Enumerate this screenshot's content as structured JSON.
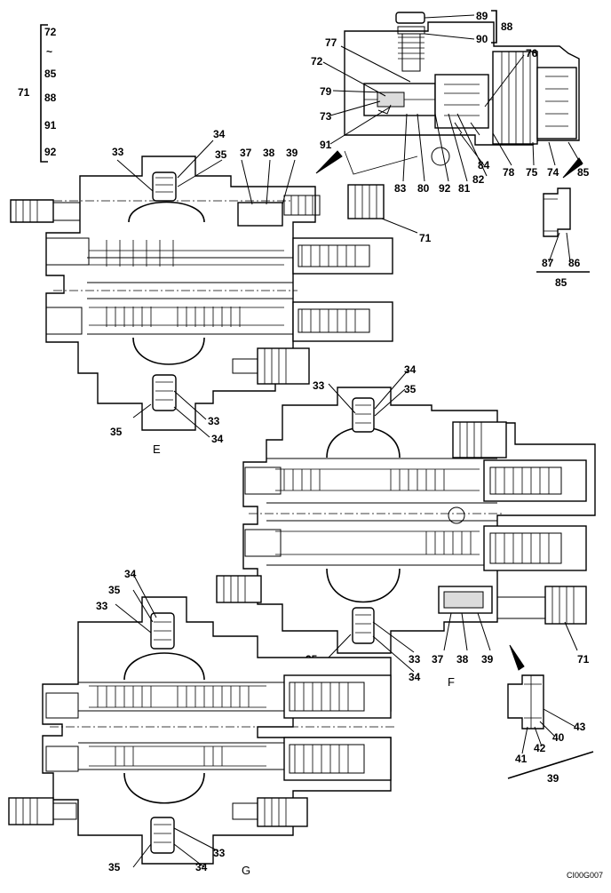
{
  "figure": {
    "code": "CI00G007",
    "views": {
      "e": "E",
      "f": "F",
      "g": "G"
    }
  },
  "group71": {
    "label": "71",
    "items": [
      "72",
      "~",
      "85",
      "88",
      "91",
      "92"
    ]
  },
  "group88": {
    "label": "88",
    "items": [
      "89",
      "90"
    ]
  },
  "group85": {
    "label": "85",
    "items": [
      "87",
      "86"
    ]
  },
  "group39": {
    "label": "39",
    "items": [
      "41",
      "42",
      "40",
      "43"
    ]
  },
  "callouts": {
    "relief_detail": [
      "77",
      "72",
      "79",
      "73",
      "91",
      "76",
      "83",
      "80",
      "92",
      "81",
      "82",
      "84",
      "78",
      "75",
      "74",
      "85"
    ],
    "view_e": [
      "33",
      "34",
      "35",
      "37",
      "38",
      "39",
      "71",
      "35",
      "33",
      "34"
    ],
    "view_f": [
      "33",
      "34",
      "35",
      "35",
      "33",
      "34",
      "37",
      "38",
      "39",
      "71"
    ],
    "view_g": [
      "34",
      "35",
      "33",
      "35",
      "34",
      "33"
    ]
  },
  "colors": {
    "line": "#000000",
    "background": "#ffffff"
  }
}
